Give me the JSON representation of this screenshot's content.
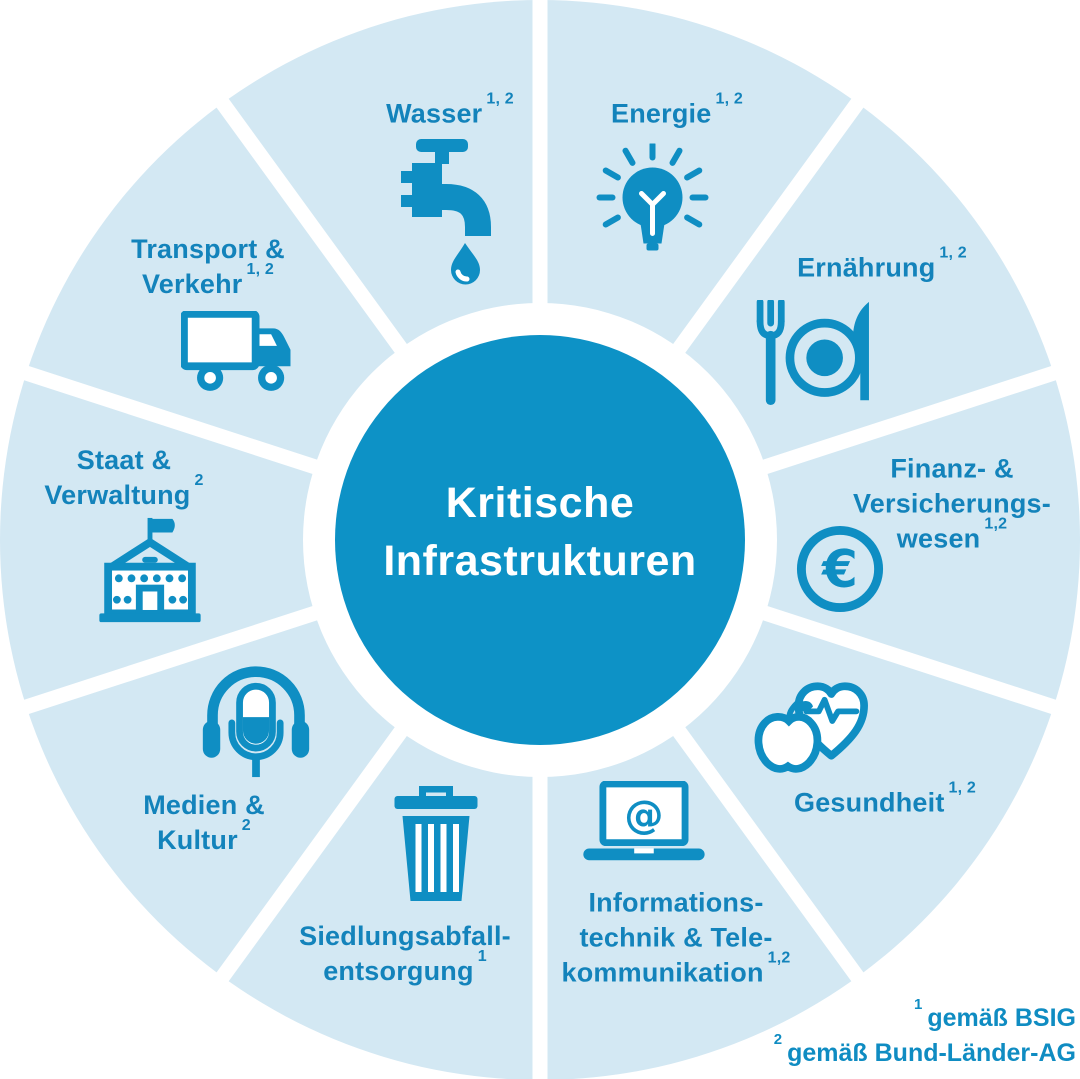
{
  "title": "Kritische Infrastrukturen",
  "center": {
    "line1": "Kritische",
    "line2": "Infrastrukturen"
  },
  "colors": {
    "accent": "#0d92c6",
    "sector_fill": "#d3e8f3",
    "label_text": "#1383bb",
    "footnote_text": "#0f8cc2",
    "background": "#ffffff"
  },
  "sectors": [
    {
      "id": "wasser",
      "lines": [
        "Wasser"
      ],
      "sup": "1, 2",
      "icon": "faucet-icon"
    },
    {
      "id": "energie",
      "lines": [
        "Energie"
      ],
      "sup": "1, 2",
      "icon": "lightbulb-icon"
    },
    {
      "id": "ernaehrung",
      "lines": [
        "Ernährung"
      ],
      "sup": "1, 2",
      "icon": "cutlery-plate-icon"
    },
    {
      "id": "finanz",
      "lines": [
        "Finanz- &",
        "Versicherungs-",
        "wesen"
      ],
      "sup": "1,2",
      "icon": "euro-coin-icon"
    },
    {
      "id": "gesundheit",
      "lines": [
        "Gesundheit"
      ],
      "sup": "1, 2",
      "icon": "apple-heart-icon"
    },
    {
      "id": "it",
      "lines": [
        "Informations-",
        "technik & Tele-",
        "kommunikation"
      ],
      "sup": "1,2",
      "icon": "laptop-at-icon"
    },
    {
      "id": "abfall",
      "lines": [
        "Siedlungsabfall-",
        "entsorgung"
      ],
      "sup": "1",
      "icon": "trash-can-icon"
    },
    {
      "id": "medien",
      "lines": [
        "Medien &",
        "Kultur"
      ],
      "sup": "2",
      "icon": "microphone-headphones-icon"
    },
    {
      "id": "staat",
      "lines": [
        "Staat &",
        "Verwaltung"
      ],
      "sup": "2",
      "icon": "government-building-icon"
    },
    {
      "id": "transport",
      "lines": [
        "Transport &",
        "Verkehr"
      ],
      "sup": "1, 2",
      "icon": "truck-icon"
    }
  ],
  "footnotes": [
    {
      "sup": "1",
      "text": "gemäß BSIG"
    },
    {
      "sup": "2",
      "text": "gemäß Bund-Länder-AG"
    }
  ]
}
